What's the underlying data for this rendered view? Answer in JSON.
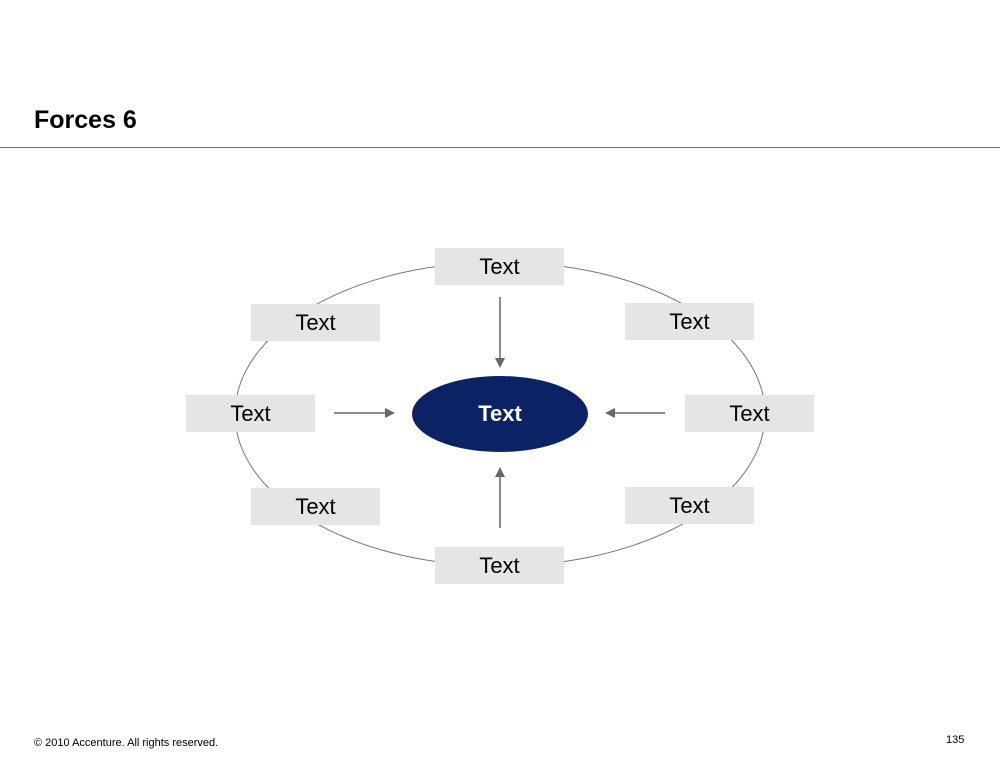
{
  "page": {
    "title": "Forces 6",
    "copyright": "© 2010 Accenture. All rights reserved.",
    "page_number": "135"
  },
  "diagram": {
    "center": {
      "label": "Text"
    },
    "forces": {
      "top": {
        "label": "Text"
      },
      "top_left": {
        "label": "Text"
      },
      "top_right": {
        "label": "Text"
      },
      "left": {
        "label": "Text"
      },
      "right": {
        "label": "Text"
      },
      "bottom_left": {
        "label": "Text"
      },
      "bottom_right": {
        "label": "Text"
      },
      "bottom": {
        "label": "Text"
      }
    }
  },
  "colors": {
    "center_fill": "#0b2265",
    "box_fill": "#e3e5e6",
    "ring_stroke": "#777777",
    "arrow": "#666666",
    "title_rule": "#5b6c9a"
  }
}
